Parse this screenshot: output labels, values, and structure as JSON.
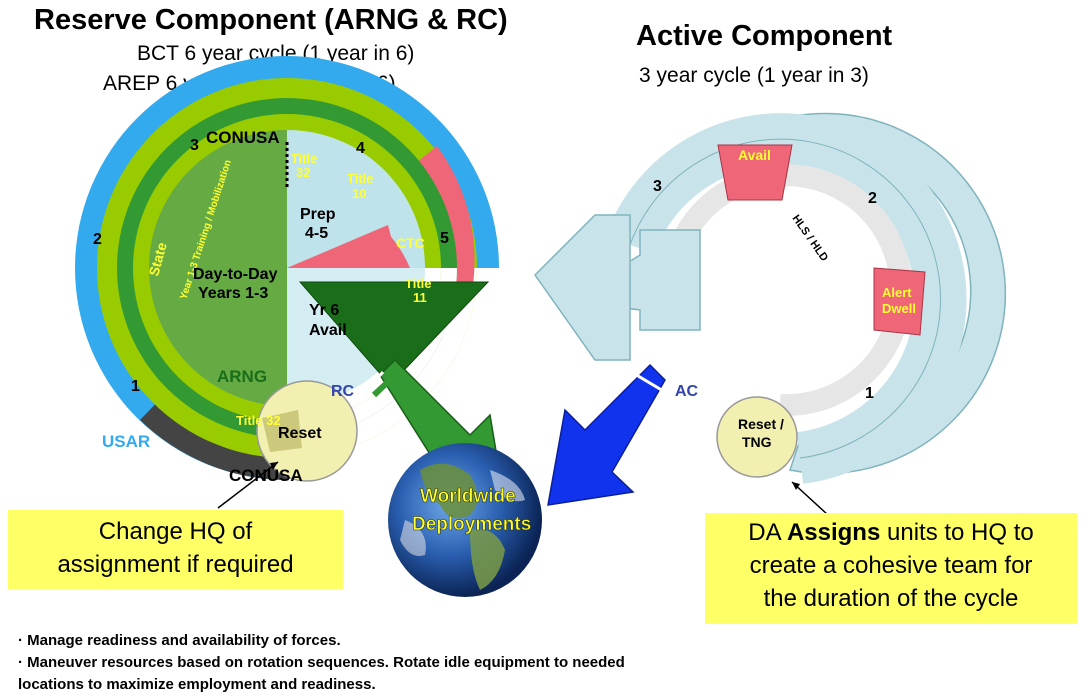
{
  "reserve": {
    "title": "Reserve Component (ARNG & RC)",
    "subtitle_1": "BCT 6 year cycle (1 year in 6)",
    "subtitle_2": "AREP 6 year cycle (1 year in 6)"
  },
  "active": {
    "title": "Active Component",
    "subtitle": "3 year cycle (1 year in 3)"
  },
  "reserve_diagram": {
    "conusa_top": "CONUSA",
    "conusa_bottom": "CONUSA",
    "usar": "USAR",
    "ring_numbers": [
      "1",
      "2",
      "3",
      "4",
      "5"
    ],
    "state": "State",
    "state_arc": "Year 1-3 Training / Mobilization",
    "title_32_top_line1": "Title",
    "title_32_top_line2": "32",
    "title_10_line1": "Title",
    "title_10_line2": "10",
    "ctc": "CTC",
    "title_11_line1": "Title",
    "title_11_line2": "11",
    "title_32_bottom": "Title 32",
    "prep_line1": "Prep",
    "prep_line2": "4-5",
    "day_to_day_line1": "Day-to-Day",
    "day_to_day_line2": "Years 1-3",
    "yr6_line1": "Yr 6",
    "yr6_line2": "Avail",
    "arng": "ARNG",
    "reset": "Reset",
    "rc": "RC"
  },
  "active_diagram": {
    "avail": "Avail",
    "alert_line1": "Alert",
    "alert_line2": "Dwell",
    "hls": "HLS / HLD",
    "numbers": [
      "1",
      "2",
      "3"
    ],
    "reset_line1": "Reset /",
    "reset_line2": "TNG",
    "ac": "AC"
  },
  "globe": {
    "line1": "Worldwide",
    "line2": "Deployments"
  },
  "callouts": {
    "left_line1": "Change HQ of",
    "left_line2": "assignment if required",
    "right_line1_pre": "DA ",
    "right_line1_bold": "Assigns",
    "right_line1_post": " units to HQ to",
    "right_line2": "create a cohesive team for",
    "right_line3": "the duration of the cycle"
  },
  "bullets": {
    "b1": "· Manage readiness and availability of forces.",
    "b2": "· Maneuver resources based on rotation sequences.  Rotate idle equipment to needed",
    "b3": "locations to maximize employment and readiness."
  },
  "colors": {
    "ring_blue": "#33aaee",
    "ring_green_light": "#99cc00",
    "ring_green_dark": "#339933",
    "inner_green": "#66aa44",
    "avail_blue": "#bfe3ea",
    "red": "#ee6677",
    "yellow_text": "#ffff33",
    "callout_yellow": "#ffff66",
    "arrow_green": "#339933",
    "arrow_blue": "#1133ee",
    "ac_ring": "#c8e4ea",
    "dark_green": "#1a6e1a"
  }
}
